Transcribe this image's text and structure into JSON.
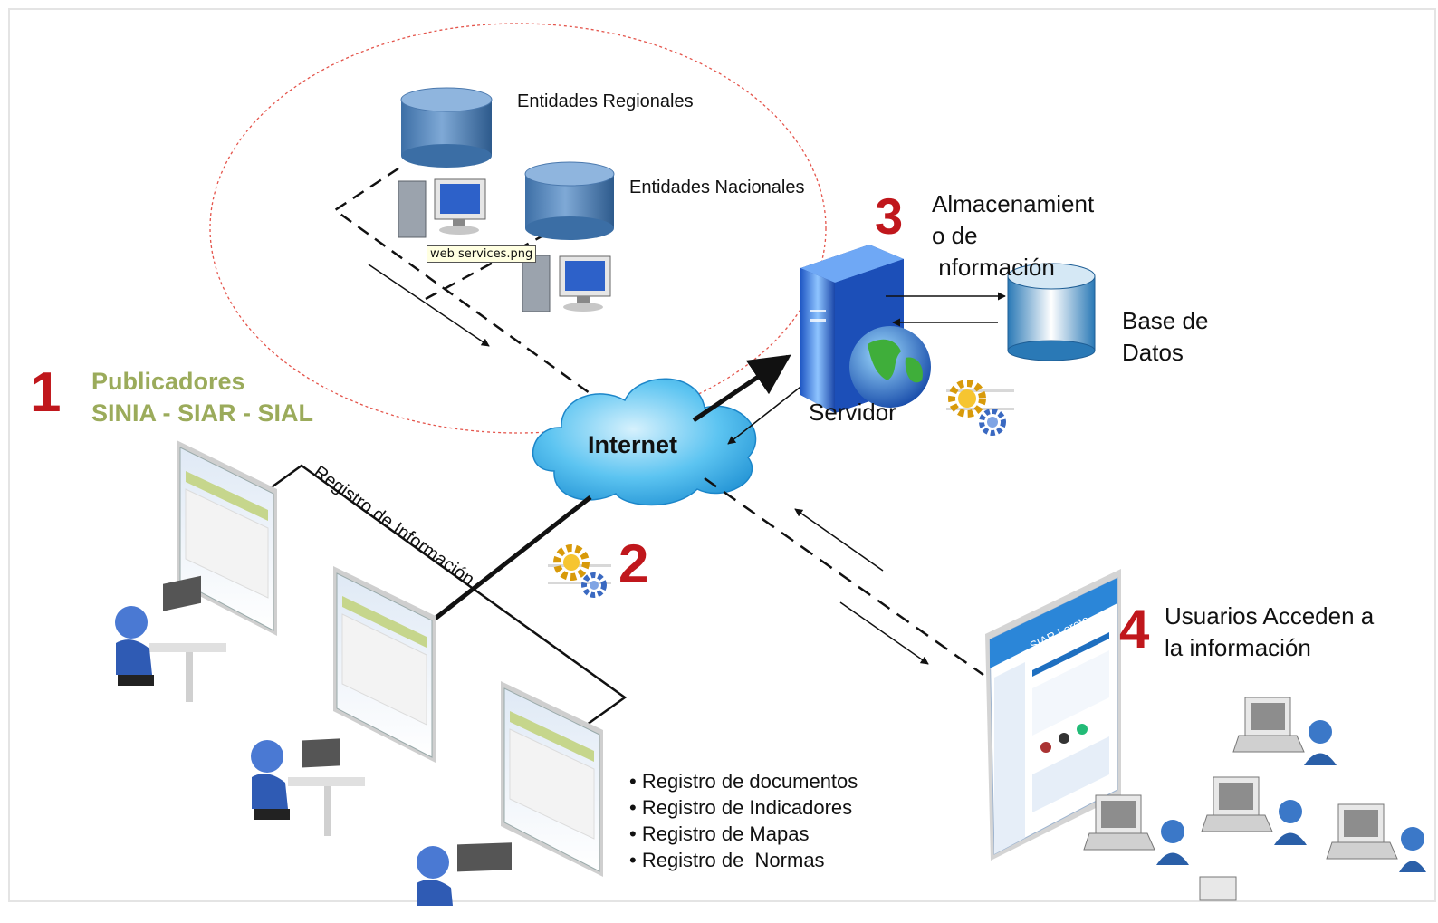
{
  "labels": {
    "regional": "Entidades Regionales",
    "national": "Entidades Nacionales",
    "tooltip": "web services.png",
    "storage_line1": "Almacenamient",
    "storage_line2": "o de",
    "storage_line3": " nformación",
    "database_line1": "Base de",
    "database_line2": "Datos",
    "server": "Servidor",
    "internet": "Internet",
    "registro": "Registro de Información",
    "publishers_line1": "Publicadores",
    "publishers_line2": "SINIA - SIAR - SIAL",
    "users_line1": "Usuarios Acceden a",
    "users_line2": "la información",
    "browser_title": "SIAR Loreto"
  },
  "steps": {
    "one": "1",
    "two": "2",
    "three": "3",
    "four": "4"
  },
  "bullets": [
    "• Registro de documentos",
    "• Registro de Indicadores",
    "• Registro de Mapas",
    "• Registro de  Normas"
  ],
  "colors": {
    "step": "#c0171c",
    "publishers": "#9bab5b",
    "cloud": "#3fb6ec",
    "server": "#2a6fd6",
    "db": "#4f86be"
  },
  "icons": [
    "database-icon",
    "computer-icon",
    "server-icon",
    "globe-icon",
    "gears-icon",
    "cloud-icon",
    "user-icon",
    "browser-window-icon"
  ]
}
